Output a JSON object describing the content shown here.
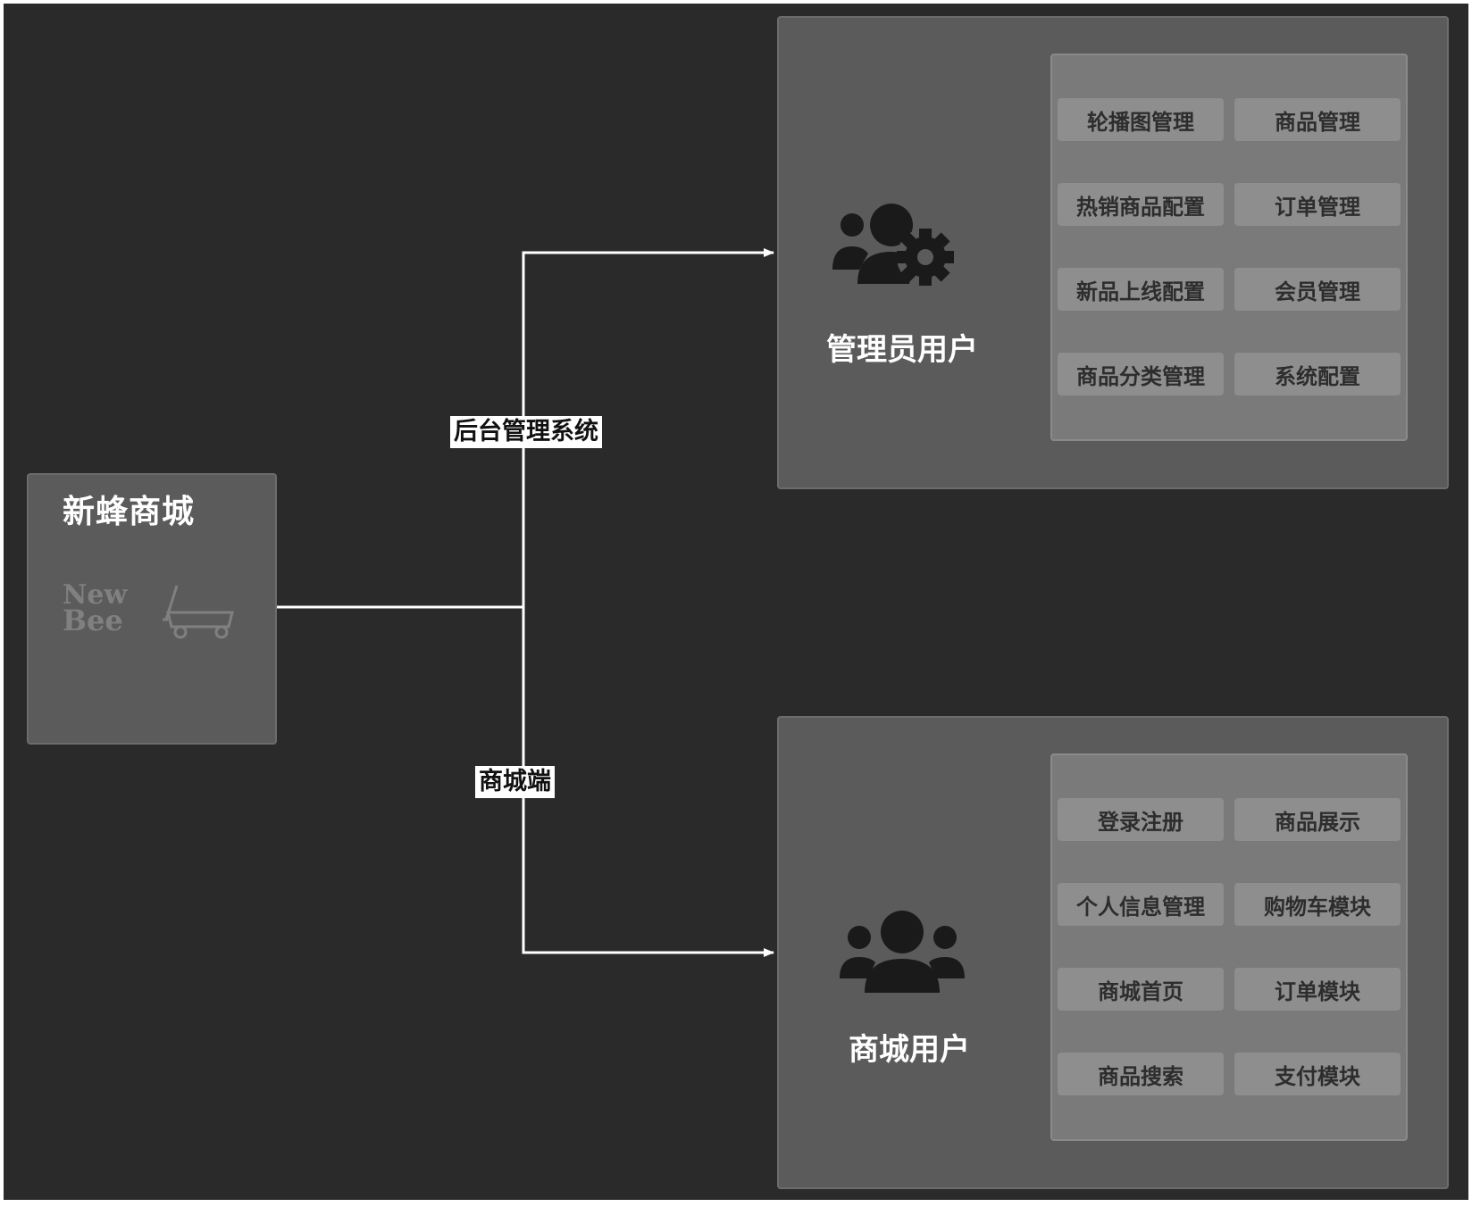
{
  "colors": {
    "background": "#2a2a2a",
    "panel": "#5b5b5b",
    "inner_panel": "#7a7a7a",
    "chip": "#8e8e8e",
    "connector": "#ffffff",
    "icon": "#1a1a1a"
  },
  "source": {
    "title": "新蜂商城",
    "logo_icon": "newbee-cart-logo",
    "logo_text_line1": "New",
    "logo_text_line2": "Bee"
  },
  "edges": {
    "admin_label": "后台管理系统",
    "mall_label": "商城端"
  },
  "admin": {
    "role_label": "管理员用户",
    "icon": "users-gear-icon",
    "features": [
      "轮播图管理",
      "商品管理",
      "热销商品配置",
      "订单管理",
      "新品上线配置",
      "会员管理",
      "商品分类管理",
      "系统配置"
    ]
  },
  "mall": {
    "role_label": "商城用户",
    "icon": "users-group-icon",
    "features": [
      "登录注册",
      "商品展示",
      "个人信息管理",
      "购物车模块",
      "商城首页",
      "订单模块",
      "商品搜索",
      "支付模块"
    ]
  }
}
